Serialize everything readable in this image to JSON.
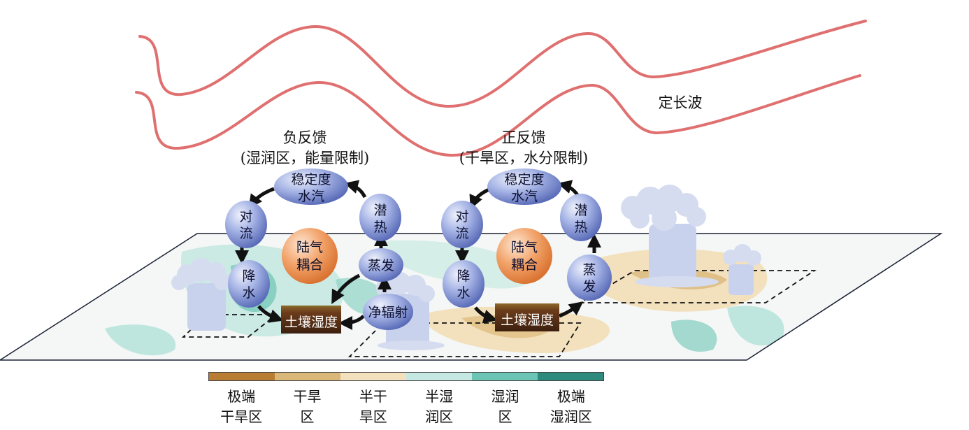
{
  "wave_label": "定长波",
  "negative_feedback": {
    "title": "负反馈",
    "subtitle": "(湿润区，能量限制)",
    "nodes": {
      "stability": [
        "稳定度",
        "水汽"
      ],
      "latent": [
        "潜",
        "热"
      ],
      "convection": [
        "对",
        "流"
      ],
      "precip": [
        "降",
        "水"
      ],
      "coupling": [
        "陆气",
        "耦合"
      ],
      "evap": [
        "蒸发"
      ],
      "radiation": [
        "净辐射"
      ],
      "soil": [
        "土壤湿度"
      ]
    }
  },
  "positive_feedback": {
    "title": "正反馈",
    "subtitle": "(干旱区，水分限制)",
    "nodes": {
      "stability": [
        "稳定度",
        "水汽"
      ],
      "latent": [
        "潜",
        "热"
      ],
      "convection": [
        "对",
        "流"
      ],
      "precip": [
        "降",
        "水"
      ],
      "coupling": [
        "陆气",
        "耦合"
      ],
      "evap": [
        "蒸",
        "发"
      ],
      "soil": [
        "土壤湿度"
      ]
    }
  },
  "legend": {
    "items": [
      {
        "label": "极端\n干旱区",
        "color": "#b97c33"
      },
      {
        "label": "干旱\n区",
        "color": "#d9b87a"
      },
      {
        "label": "半干\n旱区",
        "color": "#f3e1bd"
      },
      {
        "label": "半湿\n润区",
        "color": "#c5e8e2"
      },
      {
        "label": "湿润\n区",
        "color": "#6cc5b4"
      },
      {
        "label": "极端\n湿润区",
        "color": "#2e8a7d"
      }
    ]
  },
  "colors": {
    "wave": "#e07070",
    "node_blue": "#7f93d6",
    "coupling_orange": "#ea9050",
    "soil": "#6a3d1e"
  }
}
